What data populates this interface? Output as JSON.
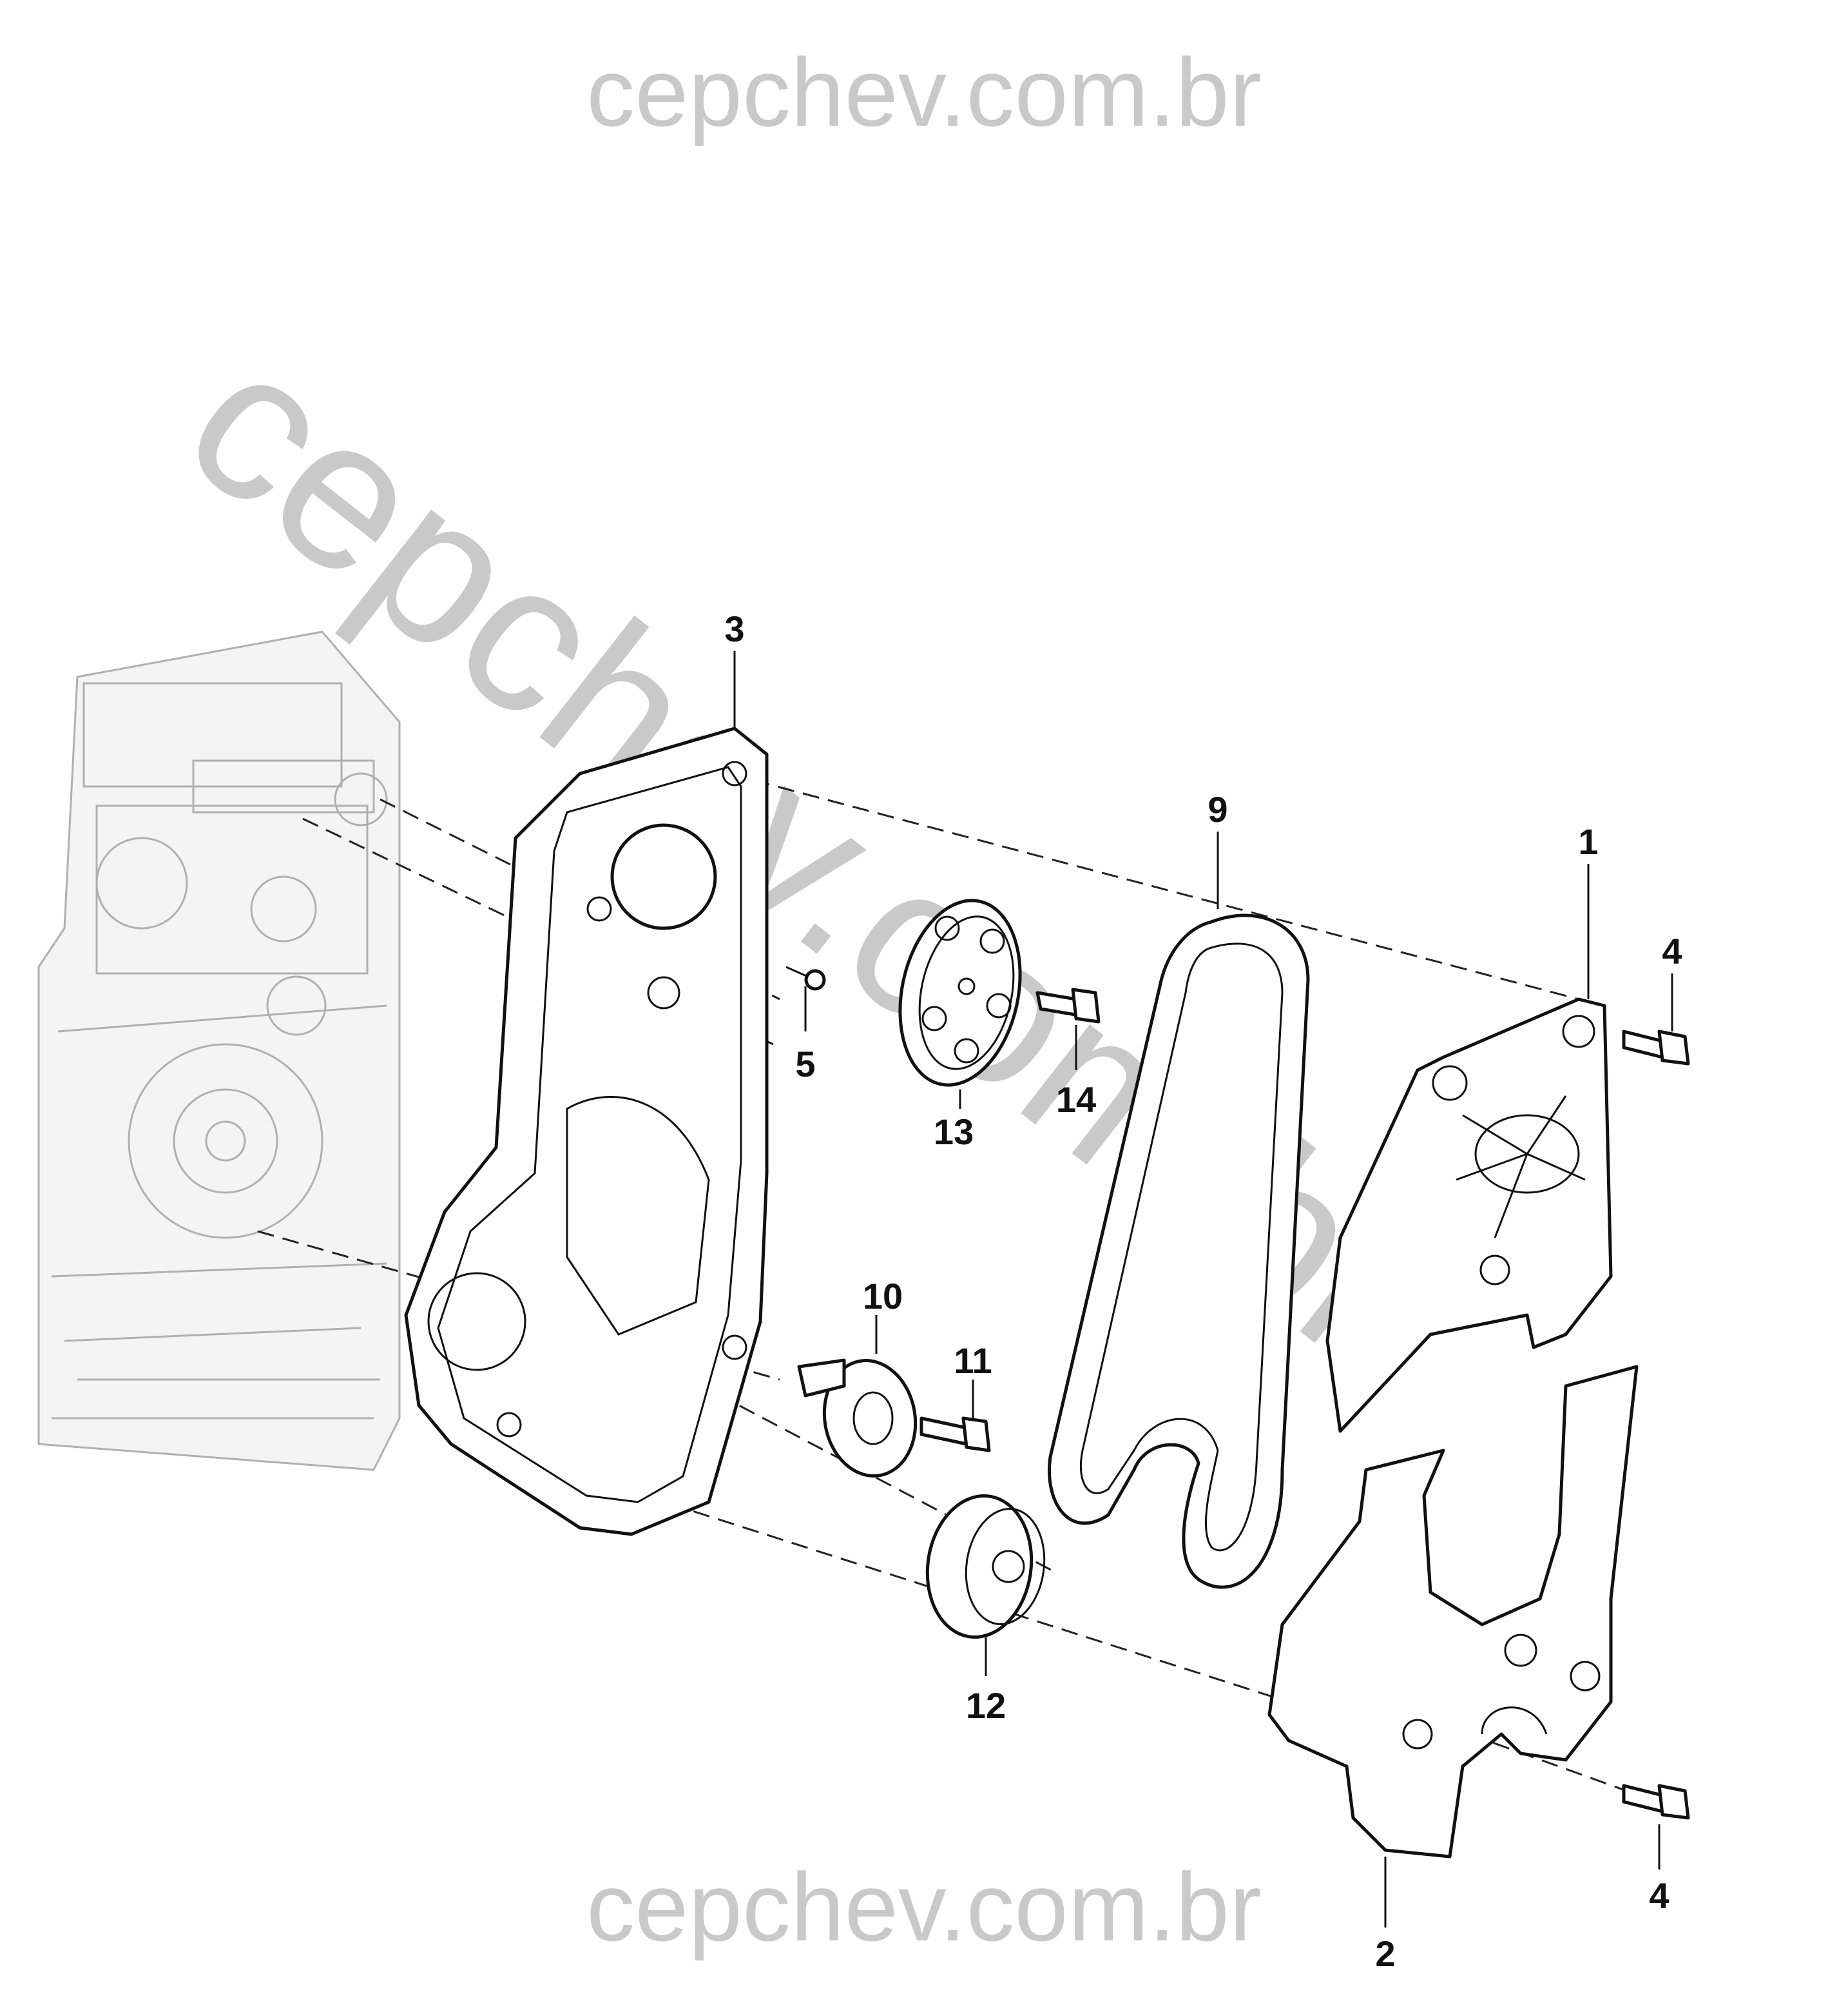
{
  "watermark": {
    "top": "cepchev.com.br",
    "diagonal": "cepchev.com.br",
    "bottom": "cepchev.com.br"
  },
  "colors": {
    "watermark": "#c9c9c9",
    "line": "#111111",
    "ghost_engine": "#b0b0b0"
  },
  "callouts": [
    {
      "id": "1",
      "label": "1",
      "part": "upper front timing cover"
    },
    {
      "id": "2",
      "label": "2",
      "part": "lower front timing cover"
    },
    {
      "id": "3",
      "label": "3",
      "part": "rear timing cover"
    },
    {
      "id": "4a",
      "label": "4",
      "part": "bolt"
    },
    {
      "id": "4b",
      "label": "4",
      "part": "bolt"
    },
    {
      "id": "5",
      "label": "5",
      "part": "screw"
    },
    {
      "id": "9",
      "label": "9",
      "part": "timing belt"
    },
    {
      "id": "10",
      "label": "10",
      "part": "tensioner pulley"
    },
    {
      "id": "11",
      "label": "11",
      "part": "tensioner bolt"
    },
    {
      "id": "12",
      "label": "12",
      "part": "crankshaft sprocket"
    },
    {
      "id": "13",
      "label": "13",
      "part": "camshaft sprocket"
    },
    {
      "id": "14",
      "label": "14",
      "part": "sprocket bolt"
    }
  ]
}
